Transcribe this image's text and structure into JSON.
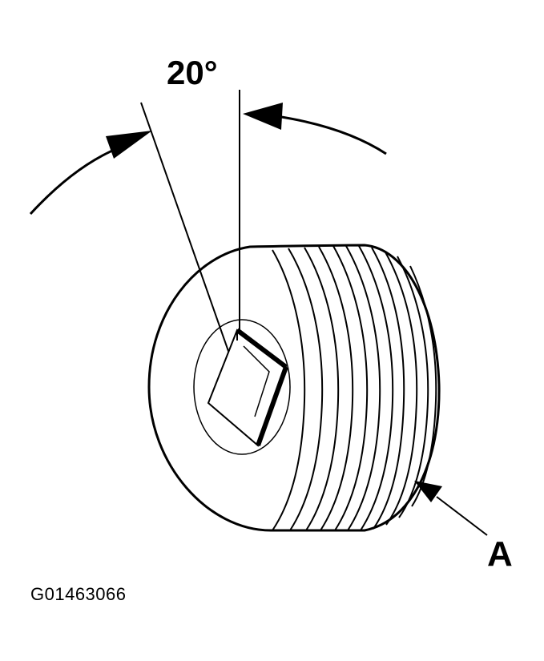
{
  "angle_label": "20°",
  "callout_label": "A",
  "figure_id": "G01463066",
  "colors": {
    "ink": "#000000",
    "background": "#ffffff"
  }
}
